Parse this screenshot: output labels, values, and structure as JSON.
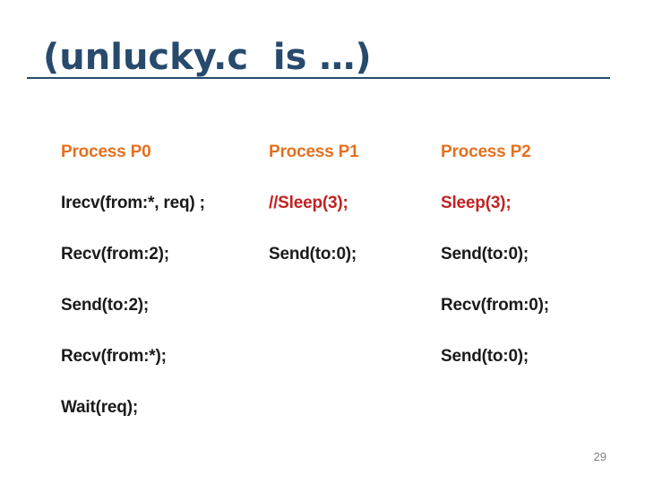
{
  "slide": {
    "title": "(unlucky.c  is …)",
    "page_number": "29"
  },
  "colors": {
    "title": "#274A6D",
    "header_orange": "#E5701E",
    "code_text": "#1A1A1A",
    "highlight_red": "#C22222",
    "page_number_gray": "#7F7F7F"
  },
  "table": {
    "headers": [
      "Process P0",
      "Process P1",
      "Process P2"
    ],
    "rows": [
      {
        "p0": "Irecv(from:*, req) ;",
        "p1": "//Sleep(3);",
        "p2": "Sleep(3);"
      },
      {
        "p0": "Recv(from:2);",
        "p1": "Send(to:0);",
        "p2": "Send(to:0);"
      },
      {
        "p0": "Send(to:2);",
        "p1": "",
        "p2": "Recv(from:0);"
      },
      {
        "p0": "Recv(from:*);",
        "p1": "",
        "p2": "Send(to:0);"
      },
      {
        "p0": "Wait(req);",
        "p1": "",
        "p2": ""
      }
    ]
  }
}
